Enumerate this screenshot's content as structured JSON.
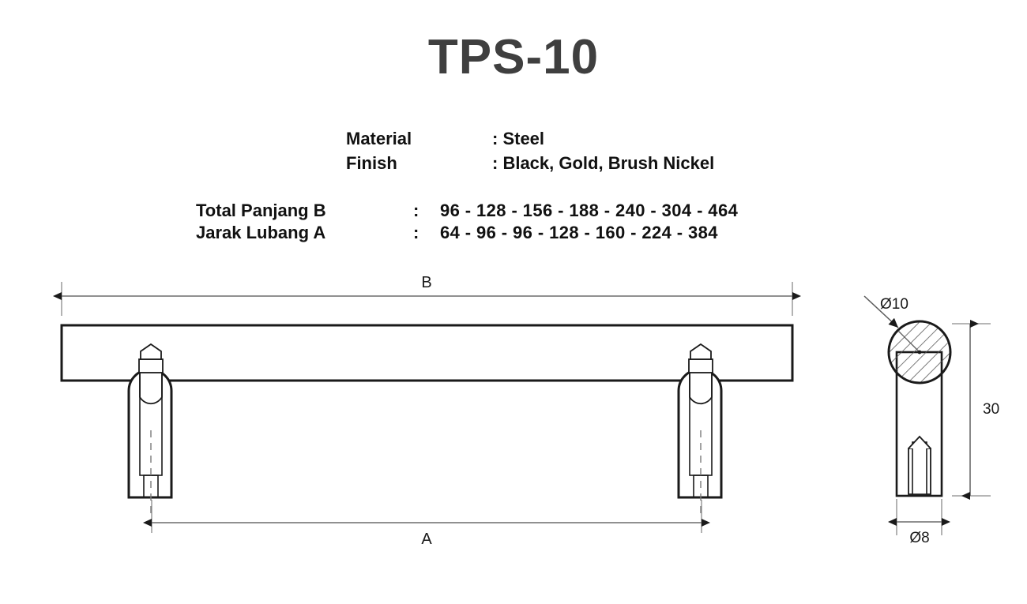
{
  "title": "TPS-10",
  "specs": [
    {
      "label": "Material",
      "value": ": Steel"
    },
    {
      "label": "Finish",
      "value": ": Black, Gold, Brush Nickel"
    }
  ],
  "dimensions_table": [
    {
      "label": "Total Panjang B",
      "colon": ":",
      "values": "96  - 128 - 156 - 188 - 240 - 304 - 464"
    },
    {
      "label": "Jarak Lubang A",
      "colon": ":",
      "values": "64  -  96  -  96  - 128 - 160 - 224 - 384"
    }
  ],
  "drawing": {
    "front_view": {
      "overall_dim_label": "B",
      "hole_dim_label": "A"
    },
    "side_view": {
      "bar_diameter_label": "Ø10",
      "post_diameter_label": "Ø8",
      "height_label": "30"
    }
  },
  "colors": {
    "title": "#3f3f3f",
    "text": "#111111",
    "line": "#1a1a1a",
    "dim_line": "#6b6b6b",
    "hatch": "#555555",
    "background": "#ffffff"
  }
}
